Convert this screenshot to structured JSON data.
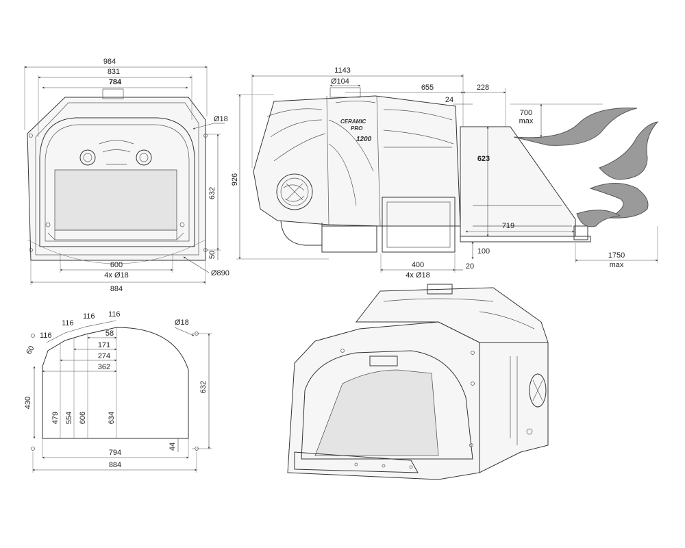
{
  "front_view": {
    "dim_overall_width": "984",
    "dim_inner_width": "831",
    "dim_opening_width": "784",
    "dim_hole_dia": "Ø18",
    "dim_height": "632",
    "dim_bottom_offset": "50",
    "dim_hole_spacing": "600",
    "dim_holes": "4x Ø18",
    "dim_base_width": "884",
    "dim_arc_dia": "Ø890"
  },
  "side_view": {
    "dim_total_length": "1143",
    "dim_flue_dia": "Ø104",
    "dim_body_length": "655",
    "dim_tail_length": "228",
    "dim_gap": "24",
    "dim_flame_height": "700",
    "dim_flame_height_max": "max",
    "dim_height": "926",
    "dim_inlet_height": "623",
    "dim_inlet_depth": "719",
    "dim_base_offset": "100",
    "dim_foot_spacing": "400",
    "dim_holes": "4x Ø18",
    "dim_foot_gap": "20",
    "dim_flame_length": "1750",
    "dim_flame_length_max": "max",
    "brand_line1": "CERAMIC",
    "brand_line2": "PRO",
    "model": "1200"
  },
  "template_view": {
    "dim_seg_1": "116",
    "dim_seg_2": "116",
    "dim_seg_3": "116",
    "dim_seg_4": "116",
    "dim_corner": "60",
    "dim_hole_dia": "Ø18",
    "dim_off_58": "58",
    "dim_off_171": "171",
    "dim_off_274": "274",
    "dim_off_362": "362",
    "dim_h_430": "430",
    "dim_h_479": "479",
    "dim_h_554": "554",
    "dim_h_606": "606",
    "dim_h_634": "634",
    "dim_h_632": "632",
    "dim_h_44": "44",
    "dim_w_794": "794",
    "dim_w_884": "884"
  },
  "colors": {
    "line": "#333333",
    "flame_fill": "#9a9a9a",
    "grate_fill": "#e4e4e4"
  }
}
